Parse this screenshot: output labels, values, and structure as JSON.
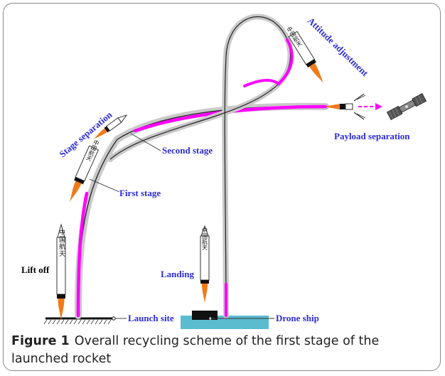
{
  "labels": {
    "lift_off": "Lift off",
    "stage_separation": "Stage separation",
    "first_stage": "First stage",
    "second_stage": "Second stage",
    "attitude_adjustment": "Attitude adjustment",
    "payload_separation": "Payload  separation",
    "landing": "Landing",
    "launch_site": "Launch site",
    "drone_ship": "Drone ship"
  },
  "rocket_text": "中国航天",
  "caption": {
    "figure_label": "Figure 1",
    "text": "Overall recycling scheme of the first stage of the launched rocket"
  },
  "colors": {
    "trajectory": "#ff00ff",
    "label_blue": "#2b2bd8",
    "flame": "#f07a1a",
    "drone_ship": "#5bbcd0"
  }
}
